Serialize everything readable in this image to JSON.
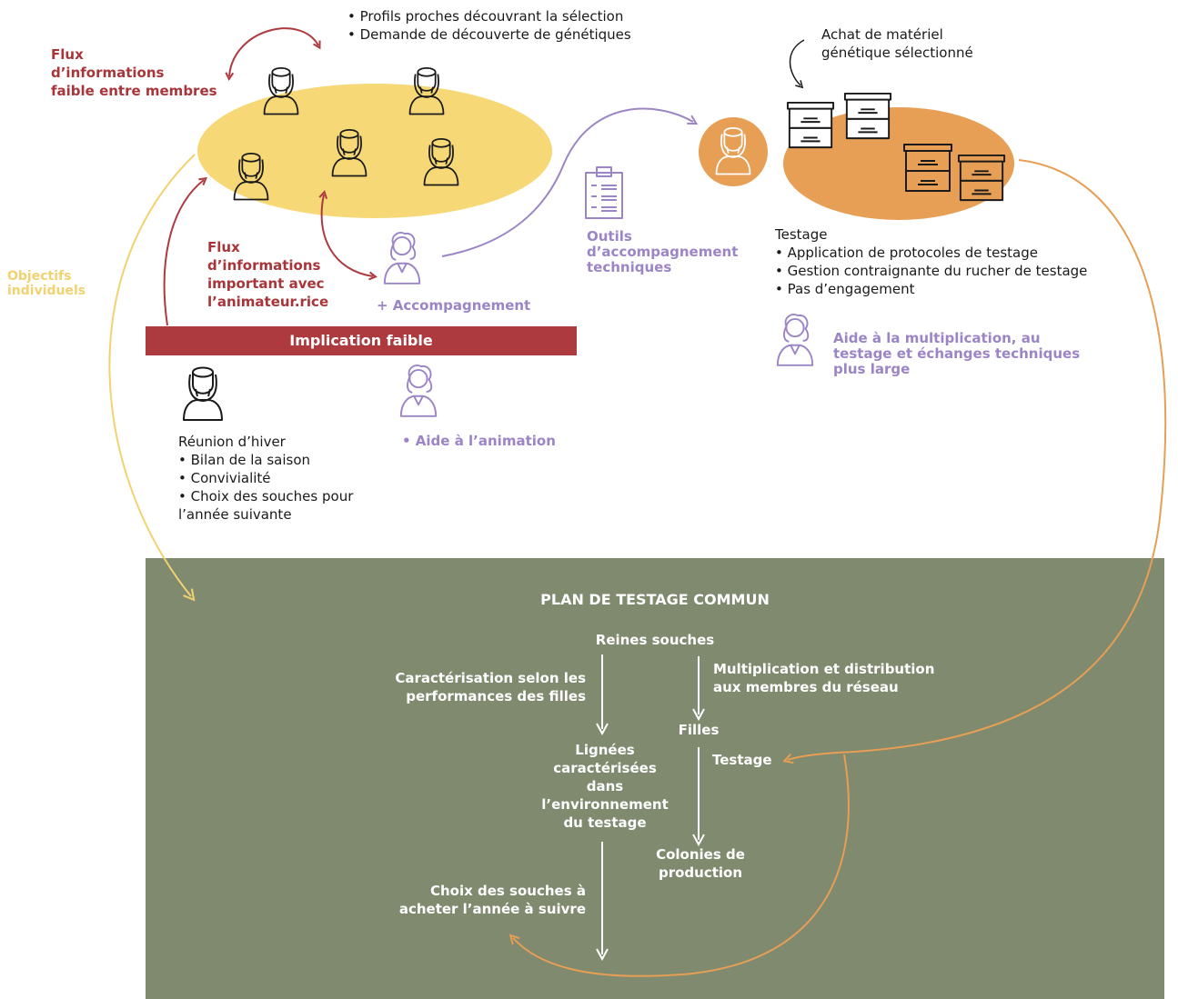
{
  "colors": {
    "yellow": "#f6d876",
    "orange": "#e79e55",
    "red": "#ad3a3e",
    "purple": "#9b85c6",
    "olive": "#7f8a6e",
    "outline": "#1a1a1a"
  },
  "top": {
    "profiles": [
      "Profils proches découvrant la sélection",
      "Demande de découverte de génétiques"
    ],
    "flux_weak": [
      "Flux",
      "d’informations",
      "faible entre membres"
    ],
    "flux_strong": [
      "Flux",
      "d’informations",
      "important avec",
      "l’animateur.rice"
    ],
    "objectives": [
      "Objectifs",
      "individuels"
    ],
    "accompagnement": "+ Accompagnement",
    "implication": "Implication faible",
    "winter_title": "Réunion d’hiver",
    "winter_items": [
      "Bilan de la saison",
      "Convivialité",
      "Choix des souches pour"
    ],
    "winter_tail": "l’année suivante",
    "aide_animation": "• Aide à l’animation",
    "tools": [
      "Outils",
      "d’accompagnement",
      "techniques"
    ],
    "achat": [
      "Achat de matériel",
      "génétique sélectionné"
    ],
    "testage_title": "Testage",
    "testage_items": [
      "Application de protocoles de testage",
      "Gestion contraignante du rucher de testage",
      "Pas d’engagement"
    ],
    "aide_multi": [
      "Aide à la multiplication, au",
      "testage et échanges techniques",
      "plus large"
    ]
  },
  "plan": {
    "title": "PLAN DE TESTAGE COMMUN",
    "reines": "Reines souches",
    "caracterisation": [
      "Caractérisation selon les",
      "performances des filles"
    ],
    "multiplication": [
      "Multiplication et distribution",
      "aux membres du réseau"
    ],
    "filles": "Filles",
    "testage": "Testage",
    "lignees": [
      "Lignées",
      "caractérisées",
      "dans",
      "l’environnement",
      "du testage"
    ],
    "colonies": [
      "Colonies de",
      "production"
    ],
    "choix": [
      "Choix des souches à",
      "acheter l’année à suivre"
    ]
  }
}
